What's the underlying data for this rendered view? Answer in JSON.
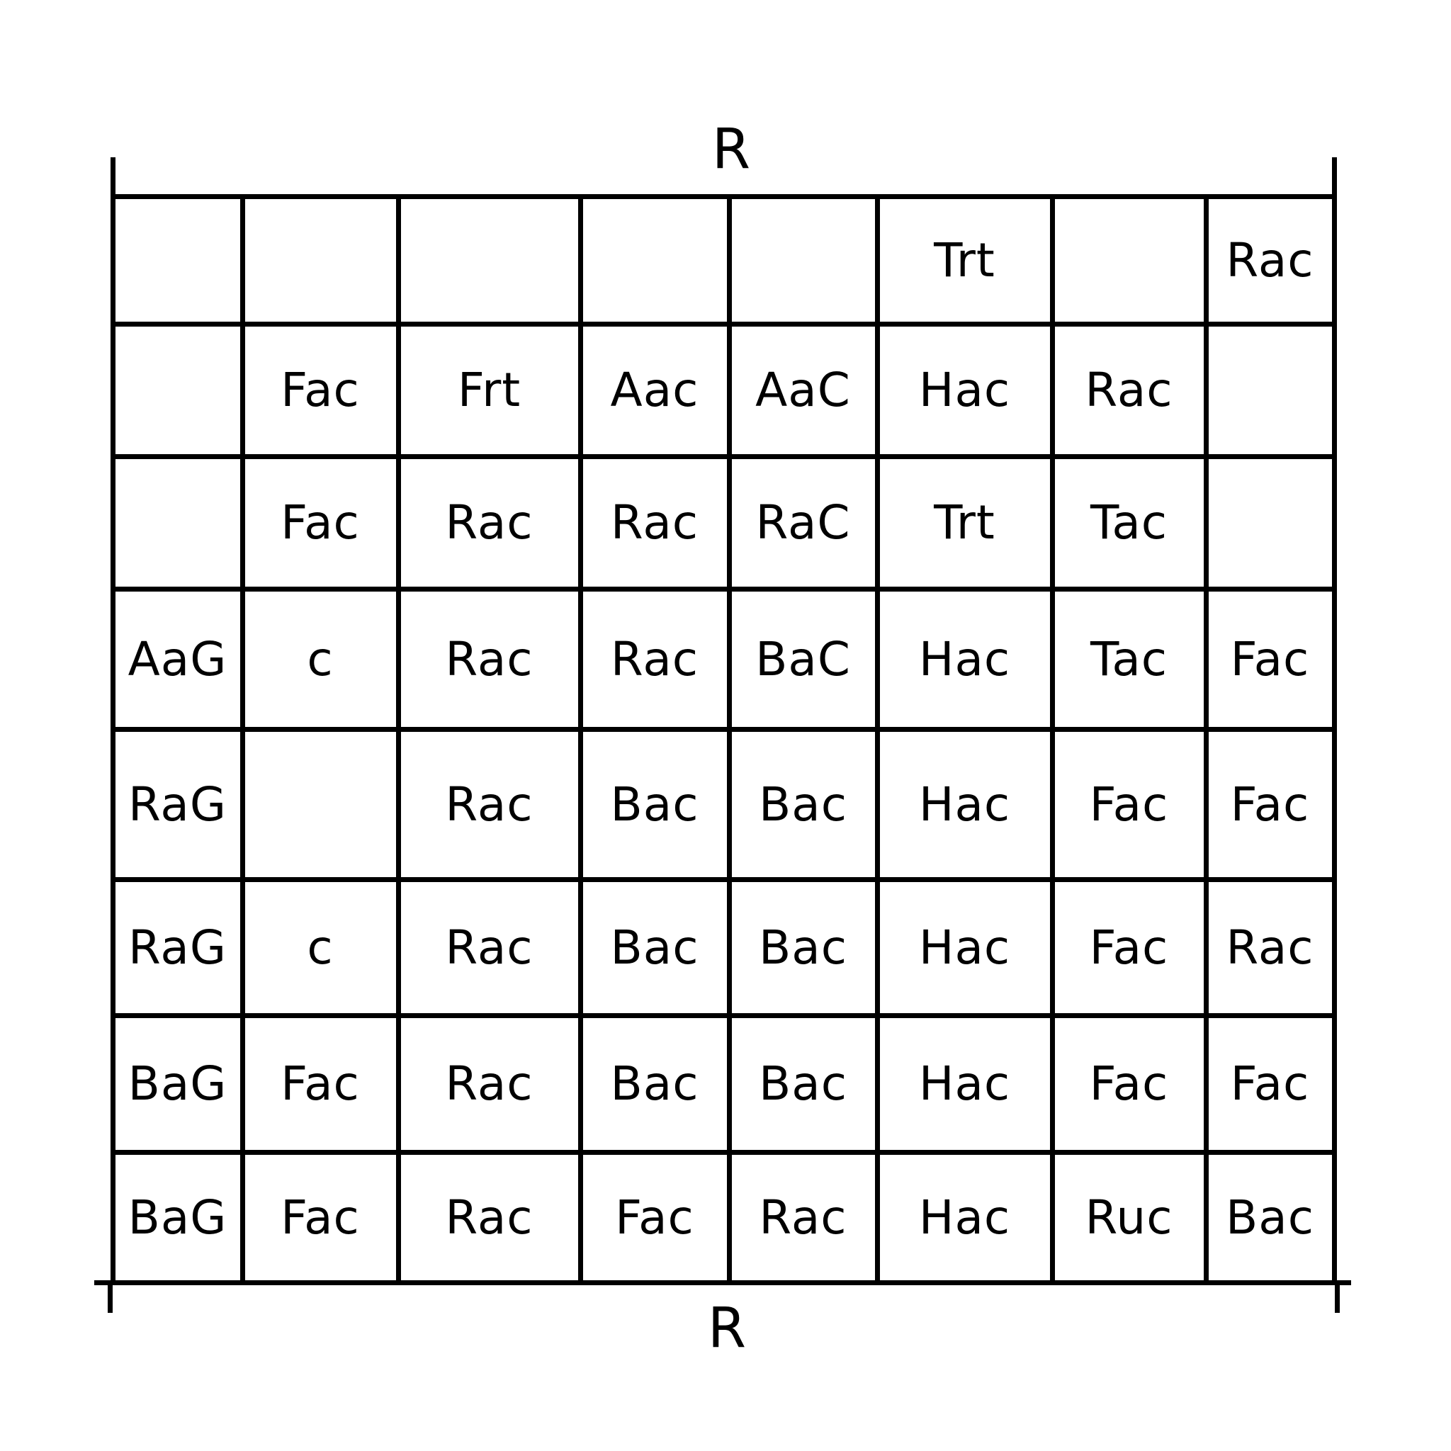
{
  "labels": {
    "top": "R",
    "bottom": "R"
  },
  "layout": {
    "col_edges": [
      159,
      342,
      562,
      819,
      1029,
      1238,
      1485,
      1702,
      1883
    ],
    "row_edges": [
      277,
      457,
      644,
      831,
      1029,
      1241,
      1433,
      1626,
      1810
    ]
  },
  "grid": {
    "rows": [
      [
        "",
        "",
        "",
        "",
        "",
        "Trt",
        "",
        "Rac"
      ],
      [
        "",
        "Fac",
        "Frt",
        "Aac",
        "AaC",
        "Hac",
        "Rac",
        ""
      ],
      [
        "",
        "Fac",
        "Rac",
        "Rac",
        "RaC",
        "Trt",
        "Tac",
        ""
      ],
      [
        "AaG",
        "c",
        "Rac",
        "Rac",
        "BaC",
        "Hac",
        "Tac",
        "Fac"
      ],
      [
        "RaG",
        "",
        "Rac",
        "Bac",
        "Bac",
        "Hac",
        "Fac",
        "Fac"
      ],
      [
        "RaG",
        "c",
        "Rac",
        "Bac",
        "Bac",
        "Hac",
        "Fac",
        "Rac"
      ],
      [
        "BaG",
        "Fac",
        "Rac",
        "Bac",
        "Bac",
        "Hac",
        "Fac",
        "Fac"
      ],
      [
        "BaG",
        "Fac",
        "Rac",
        "Fac",
        "Rac",
        "Hac",
        "Ruc",
        "Bac"
      ]
    ]
  }
}
